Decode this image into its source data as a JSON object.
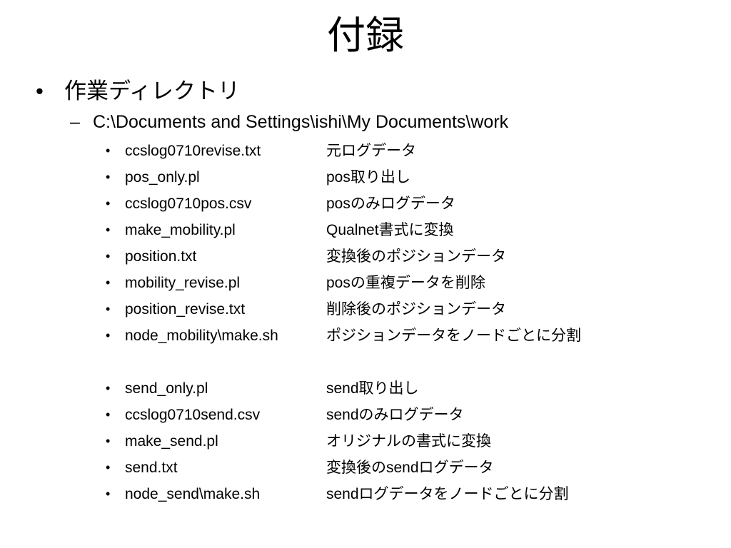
{
  "slide": {
    "title": "付録",
    "heading": "作業ディレクトリ",
    "path": "C:\\Documents and Settings\\ishi\\My Documents\\work",
    "group1": [
      {
        "file": "ccslog0710revise.txt",
        "desc": "元ログデータ"
      },
      {
        "file": "pos_only.pl",
        "desc": "pos取り出し"
      },
      {
        "file": "ccslog0710pos.csv",
        "desc": "posのみログデータ"
      },
      {
        "file": "make_mobility.pl",
        "desc": "Qualnet書式に変換"
      },
      {
        "file": "position.txt",
        "desc": "変換後のポジションデータ"
      },
      {
        "file": "mobility_revise.pl",
        "desc": "posの重複データを削除"
      },
      {
        "file": "position_revise.txt",
        "desc": "削除後のポジションデータ"
      },
      {
        "file": "node_mobility\\make.sh",
        "desc": "ポジションデータをノードごとに分割"
      }
    ],
    "group2": [
      {
        "file": "send_only.pl",
        "desc": "send取り出し"
      },
      {
        "file": "ccslog0710send.csv",
        "desc": "sendのみログデータ"
      },
      {
        "file": "make_send.pl",
        "desc": "オリジナルの書式に変換"
      },
      {
        "file": "send.txt",
        "desc": "変換後のsendログデータ"
      },
      {
        "file": "node_send\\make.sh",
        "desc": "sendログデータをノードごとに分割"
      }
    ]
  }
}
